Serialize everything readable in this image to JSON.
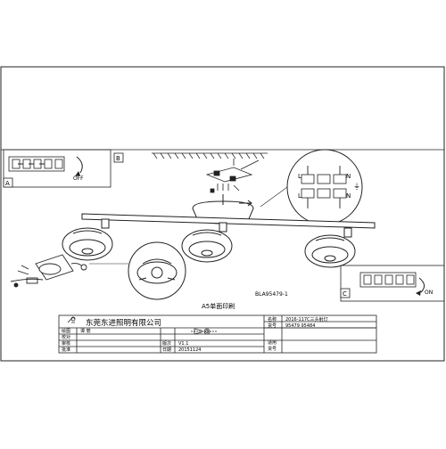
{
  "drawing": {
    "model_code": "BLA95479-1",
    "print_note": "A5单面印刷",
    "panel_labels": {
      "a": "A",
      "b": "B",
      "c": "C"
    },
    "switch_off": "OFF",
    "switch_on": "ON"
  },
  "terminal_block": {
    "top_left": "L",
    "top_right": "N",
    "bottom_left": "L",
    "bottom_right": "N",
    "earth": "⏚"
  },
  "title_block": {
    "company": "东莞东进照明有限公司",
    "name_label": "名称",
    "name_value": "2016-117C三头射灯",
    "drawn_label": "绘图",
    "drawn_value": "谭 丽",
    "check_label": "校对",
    "review_label": "审核",
    "approve_label": "批准",
    "item_no_label": "货号",
    "item_no_value": "95479 95484",
    "version_label": "版次",
    "version_value": "V1.1",
    "date_label": "日期",
    "date_value": "20151124",
    "applicable_label": "适用",
    "applicable_label2": "货号"
  }
}
